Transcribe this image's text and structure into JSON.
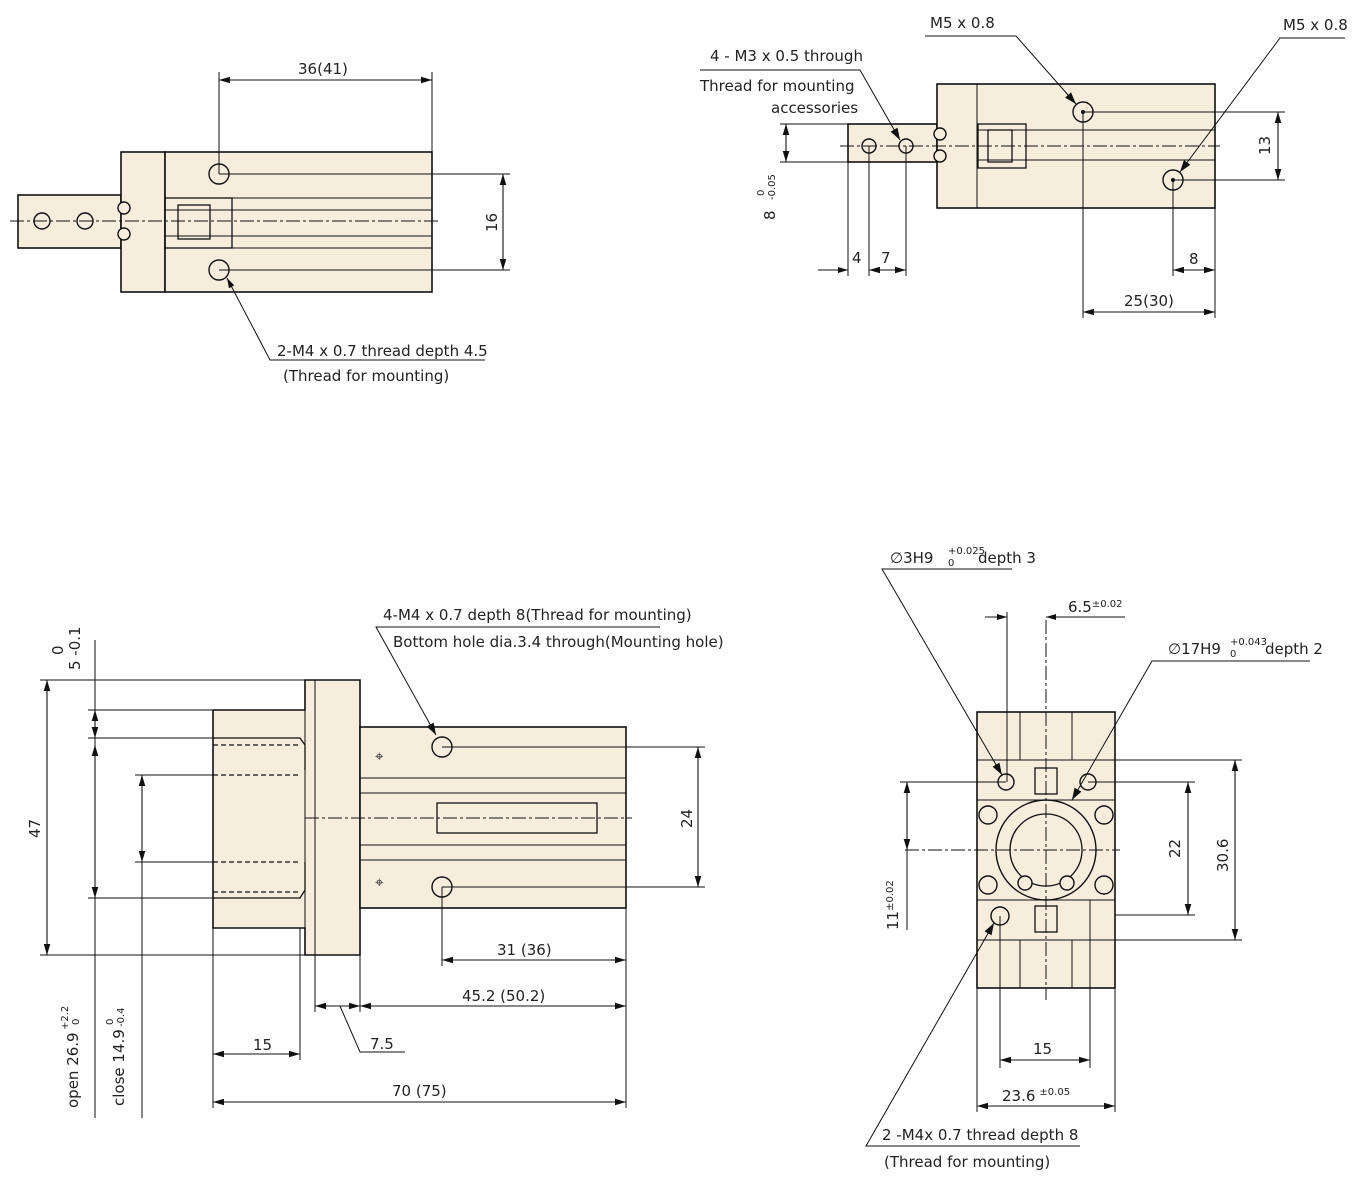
{
  "top_view_left": {
    "dim_width": "36(41)",
    "dim_hole_pitch": "16",
    "note_line1": "2-M4 x 0.7 thread depth 4.5",
    "note_line2": "(Thread for mounting)"
  },
  "top_view_right": {
    "note_m5_a": "M5 x 0.8",
    "note_m5_b": "M5 x 0.8",
    "note_m3_line1": "4 - M3 x 0.5 through",
    "note_m3_line2": "Thread for mounting",
    "note_m3_line3": "accessories",
    "dim_jaw_height": "8",
    "dim_jaw_tol_upper": "0",
    "dim_jaw_tol_lower": "-0.05",
    "dim_4": "4",
    "dim_7": "7",
    "dim_13": "13",
    "dim_8": "8",
    "dim_25": "25(30)"
  },
  "side_view": {
    "note_line1": "4-M4 x 0.7 depth 8(Thread for mounting)",
    "note_line2": "Bottom hole dia.3.4 through(Mounting hole)",
    "dim_5": "5 -0.1",
    "dim_5_upper": "0",
    "dim_47": "47",
    "dim_24": "24",
    "dim_31": "31 (36)",
    "dim_45": "45.2 (50.2)",
    "dim_15": "15",
    "dim_7_5": "7.5",
    "dim_70": "70 (75)",
    "open_label": "open 26.9",
    "open_tol_upper": "+2.2",
    "open_tol_lower": "0",
    "close_label": "close 14.9",
    "close_tol_upper": "0",
    "close_tol_lower": "-0.4"
  },
  "end_view": {
    "note_pin": "∅3H9",
    "note_pin_tol_upper": "+0.025",
    "note_pin_tol_lower": "0",
    "note_pin_depth": "depth 3",
    "dim_6_5": "6.5",
    "dim_6_5_tol": "±0.02",
    "note_bore": "∅17H9",
    "note_bore_tol_upper": "+0.043",
    "note_bore_tol_lower": "0",
    "note_bore_depth": "depth 2",
    "dim_11": "11",
    "dim_11_tol": "±0.02",
    "dim_22": "22",
    "dim_30_6": "30.6",
    "dim_15": "15",
    "dim_23_6": "23.6",
    "dim_23_6_tol": "±0.05",
    "note_m4_line1": "2 -M4x 0.7 thread depth 8",
    "note_m4_line2": "(Thread for mounting)"
  }
}
